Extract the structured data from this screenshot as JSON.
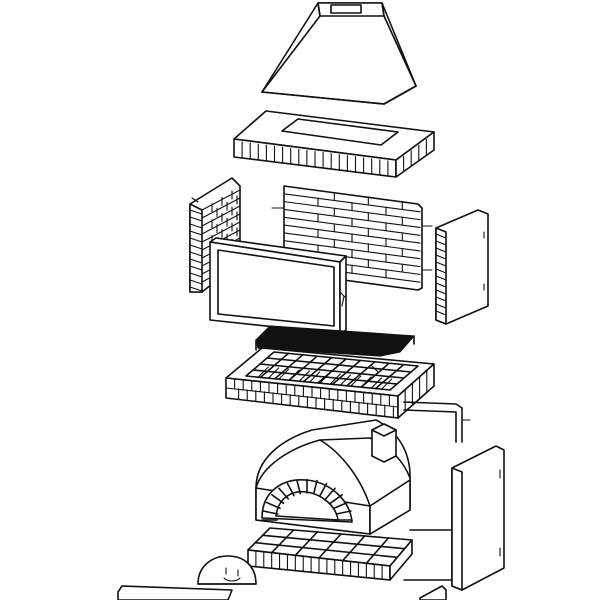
{
  "figure": {
    "parts": [
      "chimney-hood",
      "top-slab",
      "left-brick-wall",
      "rear-brick-wall",
      "right-side-panel",
      "oven-door-frame",
      "cooking-grate",
      "grill-hearth-slab",
      "pizza-oven-dome",
      "right-lower-panel",
      "oven-base-slab",
      "fire-door",
      "base-front-slab"
    ]
  },
  "colors": {
    "line": "#111111",
    "background": "#ffffff"
  }
}
